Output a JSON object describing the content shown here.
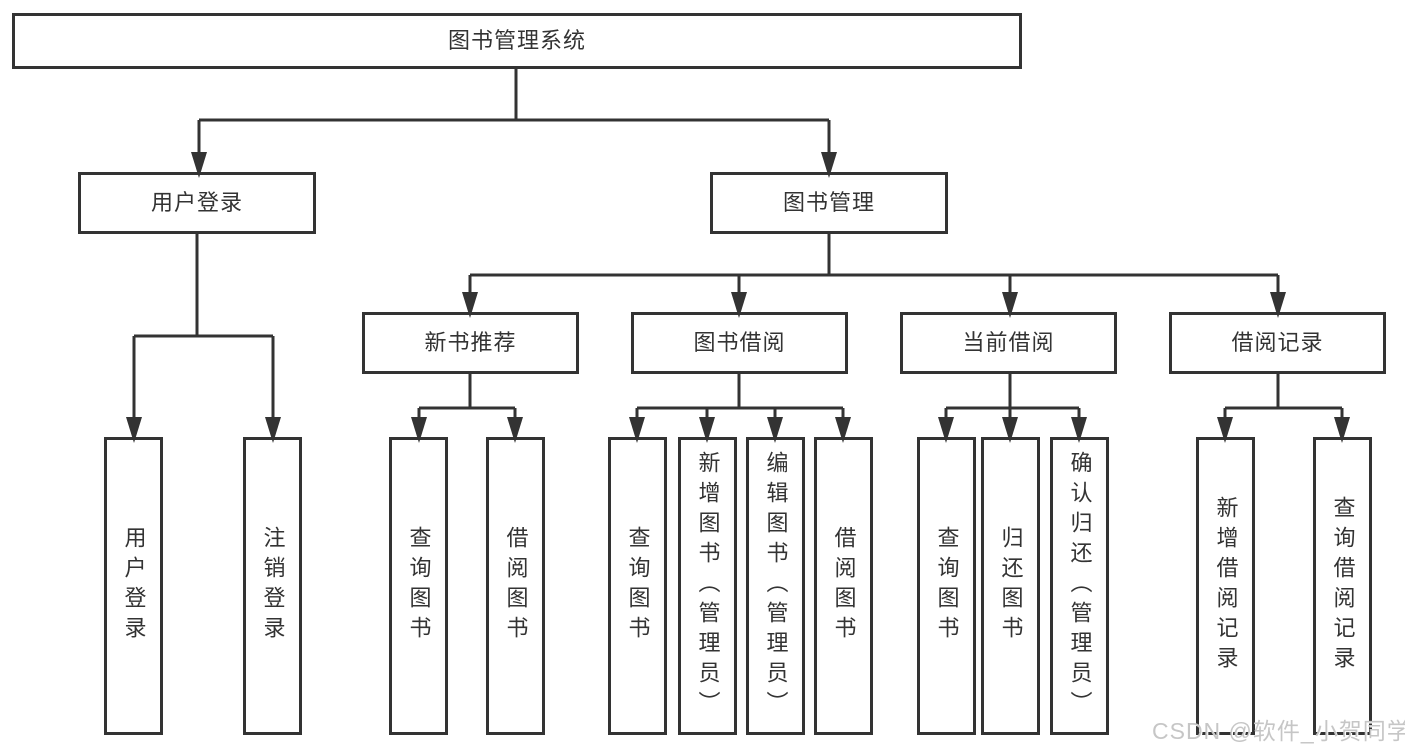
{
  "colors": {
    "line": "#333333",
    "text": "#333333",
    "watermark": "#c6c6c6",
    "background": "#ffffff"
  },
  "watermark": {
    "text": "CSDN @软件_小贺同学"
  },
  "tree": {
    "root": "图书管理系统",
    "children": [
      {
        "label": "用户登录",
        "children": [
          {
            "label": "用户登录"
          },
          {
            "label": "注销登录"
          }
        ]
      },
      {
        "label": "图书管理",
        "children": [
          {
            "label": "新书推荐",
            "children": [
              {
                "label": "查询图书"
              },
              {
                "label": "借阅图书"
              }
            ]
          },
          {
            "label": "图书借阅",
            "children": [
              {
                "label": "查询图书"
              },
              {
                "label": "新增图书（管理员）"
              },
              {
                "label": "编辑图书（管理员）"
              },
              {
                "label": "借阅图书"
              }
            ]
          },
          {
            "label": "当前借阅",
            "children": [
              {
                "label": "查询图书"
              },
              {
                "label": "归还图书"
              },
              {
                "label": "确认归还（管理员）"
              }
            ]
          },
          {
            "label": "借阅记录",
            "children": [
              {
                "label": "新增借阅记录"
              },
              {
                "label": "查询借阅记录"
              }
            ]
          }
        ]
      }
    ]
  }
}
